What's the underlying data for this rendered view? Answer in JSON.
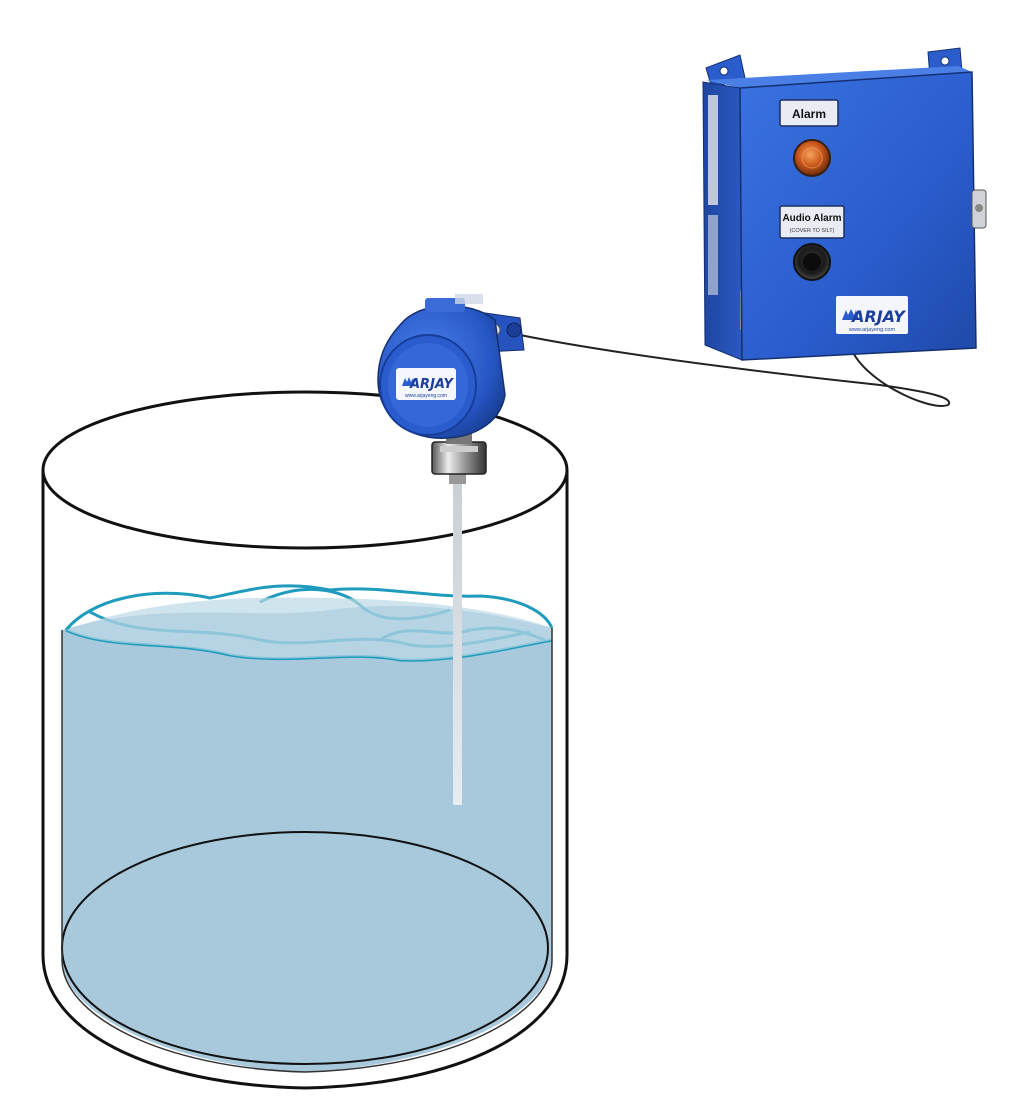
{
  "panel": {
    "alarm_label": "Alarm",
    "audio_alarm_label": "Audio Alarm",
    "audio_alarm_sublabel": "(COVER TO SILT)",
    "brand": "ARJAY",
    "website": "www.arjayeng.com"
  },
  "transmitter": {
    "brand": "ARJAY",
    "website": "www.arjayeng.com"
  },
  "colors": {
    "enclosure_blue": "#2c5fcf",
    "liquid": "#a8c8dc",
    "liquid_outline": "#1f9bbd",
    "alarm_light": "#d6661b",
    "tank_outline": "#111111",
    "probe": "#d4dbe0"
  },
  "icons": {
    "alarm_light": "amber-beacon-icon",
    "audio_alarm": "buzzer-icon",
    "logo_mark": "maple-leaf-icon"
  }
}
